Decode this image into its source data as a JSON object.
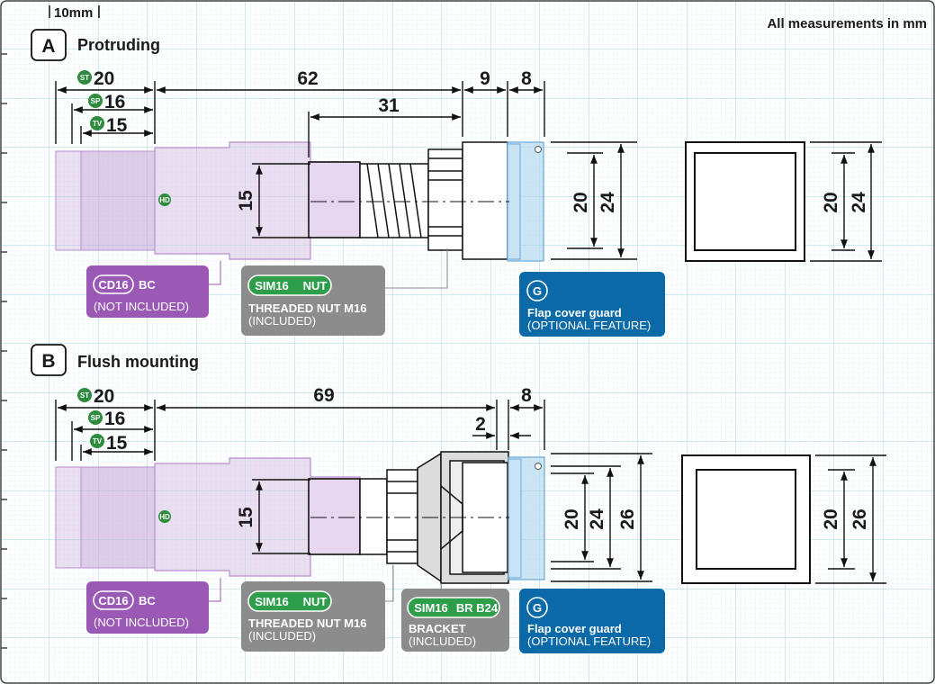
{
  "scale_label": "10mm",
  "units_note": "All measurements in mm",
  "sections": [
    {
      "letter": "A",
      "title": "Protruding",
      "dims": {
        "st": "20",
        "sp": "16",
        "tv": "15",
        "body": "62",
        "thread": "31",
        "head": "9",
        "guard": "8",
        "height": "15",
        "inner": "20",
        "outer": "24",
        "front_inner": "20",
        "front_outer": "24"
      },
      "tags": [
        {
          "code": "CD16",
          "suffix": "BC",
          "line2": "(NOT INCLUDED)",
          "color": "#9b59b6"
        },
        {
          "code": "SIM16",
          "suffix": "NUT",
          "line1": "THREADED NUT M16",
          "line2": "(INCLUDED)",
          "color": "#8c8c8c"
        },
        {
          "code": "G",
          "line1": "Flap cover guard",
          "line2": "(OPTIONAL FEATURE)",
          "color": "#0a6aa8"
        }
      ]
    },
    {
      "letter": "B",
      "title": "Flush mounting",
      "dims": {
        "st": "20",
        "sp": "16",
        "tv": "15",
        "body": "69",
        "step": "2",
        "guard": "8",
        "height": "15",
        "inner": "20",
        "mid": "24",
        "outer": "26",
        "front_inner": "20",
        "front_outer": "26"
      },
      "tags": [
        {
          "code": "CD16",
          "suffix": "BC",
          "line2": "(NOT INCLUDED)",
          "color": "#9b59b6"
        },
        {
          "code": "SIM16",
          "suffix": "NUT",
          "line1": "THREADED NUT M16",
          "line2": "(INCLUDED)",
          "color": "#8c8c8c"
        },
        {
          "code": "SIM16",
          "suffix": "BR B24",
          "line1": "BRACKET",
          "line2": "(INCLUDED)",
          "color": "#8c8c8c"
        },
        {
          "code": "G",
          "line1": "Flap cover guard",
          "line2": "(OPTIONAL FEATURE)",
          "color": "#0a6aa8"
        }
      ]
    }
  ],
  "badges": {
    "st": "ST",
    "sp": "SP",
    "tv": "TV",
    "hd": "HD"
  },
  "colors": {
    "grid": "#bfe6ee",
    "purple": "#9b59b6",
    "gray": "#8c8c8c",
    "blue": "#0a6aa8",
    "green": "#2e8b3e"
  }
}
